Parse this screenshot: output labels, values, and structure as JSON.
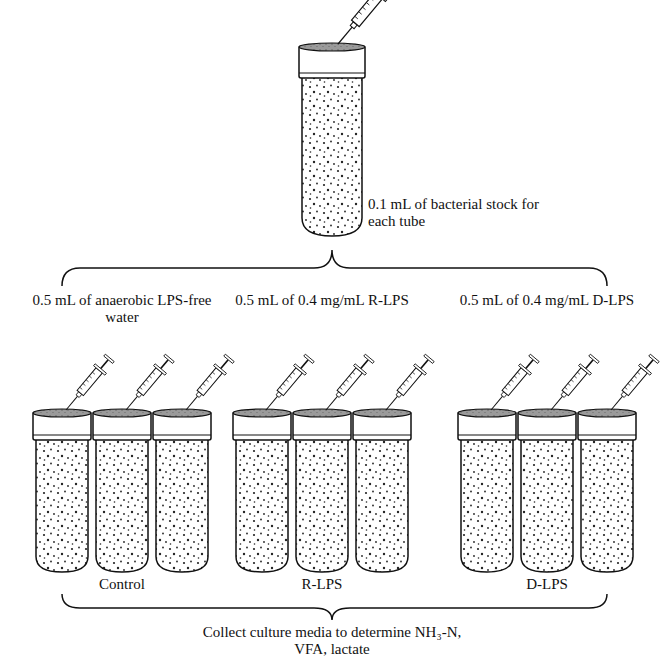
{
  "diagram": {
    "labels": [
      "0.1 mL of bacterial stock for each tube",
      "0.5 mL of anaerobic LPS-free water",
      "0.5 mL of 0.4 mg/mL R-LPS",
      "0.5 mL of 0.4 mg/mL D-LPS",
      "Control",
      "R-LPS",
      "D-LPS",
      "Collect culture media to determine NH₃-N, VFA, lactate"
    ]
  }
}
